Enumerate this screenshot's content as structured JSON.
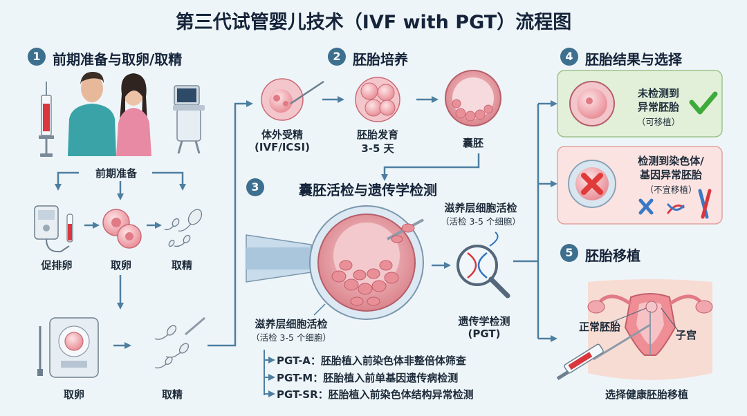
{
  "title": "第三代试管婴儿技术（IVF with PGT）流程图",
  "sections": [
    {
      "num": "1",
      "title": "前期准备与取卵/取精"
    },
    {
      "num": "2",
      "title": "胚胎培养"
    },
    {
      "num": "3",
      "title": "囊胚活检与遗传学检测"
    },
    {
      "num": "4",
      "title": "胚胎结果与选择"
    },
    {
      "num": "5",
      "title": "胚胎移植"
    }
  ],
  "prep": {
    "label": "前期准备",
    "items": [
      "促排卵",
      "取卵",
      "取精"
    ],
    "bottom": [
      "取卵",
      "取精"
    ]
  },
  "culture": {
    "fertilization": "体外受精",
    "fertilization_sub": "(IVF/ICSI)",
    "development": "胚胎发育",
    "development_sub": "3-5 天",
    "blastocyst": "囊胚"
  },
  "biopsy": {
    "top_label": "滋养层细胞活检",
    "top_sub": "（活检 3-5 个细胞）",
    "bottom_label": "滋养层细胞活检",
    "bottom_sub": "（活检 3-5 个细胞）",
    "pgt_label": "遗传学检测",
    "pgt_sub": "(PGT)",
    "types": [
      {
        "name": "PGT-A：",
        "desc": "胚胎植入前染色体非整倍体筛查"
      },
      {
        "name": "PGT-M：",
        "desc": "胚胎植入前单基因遗传病检测"
      },
      {
        "name": "PGT-SR：",
        "desc": "胚胎植入前染色体结构异常检测"
      }
    ]
  },
  "results": {
    "normal_line1": "未检测到",
    "normal_line2": "异常胚胎",
    "normal_sub": "（可移植）",
    "abnormal_line1": "检测到染色体/",
    "abnormal_line2": "基因异常胚胎",
    "abnormal_sub": "（不宜移植）"
  },
  "transfer": {
    "embryo_label": "正常胚胎",
    "uterus_label": "子宫",
    "caption": "选择健康胚胎移植"
  },
  "colors": {
    "section_badge": "#3d6f8f",
    "arrow": "#4d7ea0",
    "normal_bg": "#e2f0d9",
    "abnormal_bg": "#fbe3e1",
    "cell": "#f2a7ad",
    "check": "#3eaa3a",
    "cross": "#e03b3b"
  }
}
